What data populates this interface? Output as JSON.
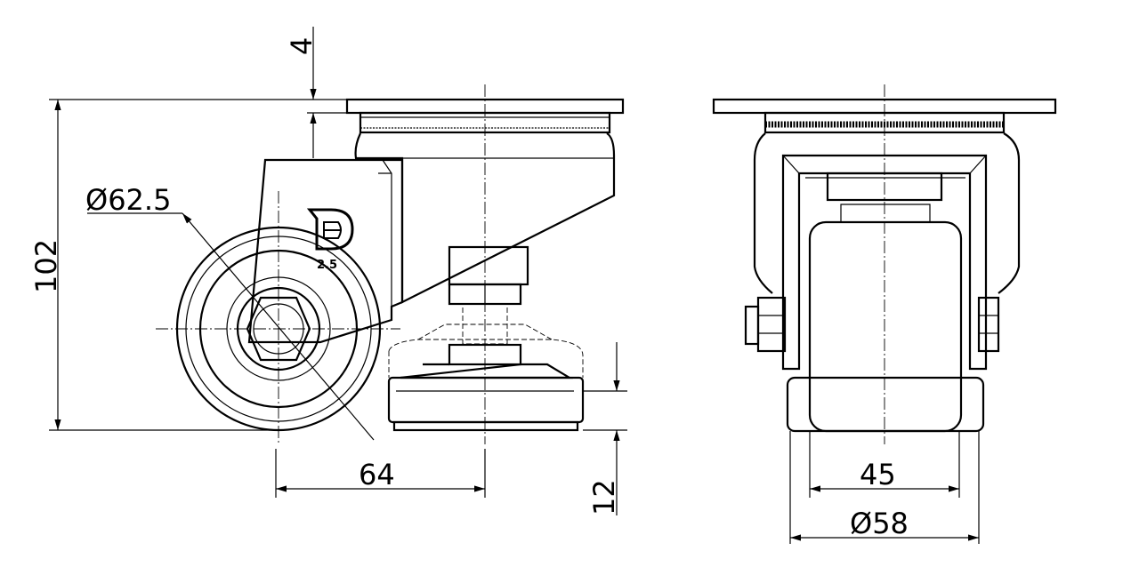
{
  "dimensions": {
    "total_height": "102",
    "plate_offset": "4",
    "wheel_diameter": "Ø62.5",
    "offset": "64",
    "foot_height": "12",
    "wheel_width": "45",
    "hub_diameter": "Ø58"
  },
  "logo": {
    "text": "2.5"
  },
  "colors": {
    "line": "#000000",
    "background": "#ffffff"
  }
}
